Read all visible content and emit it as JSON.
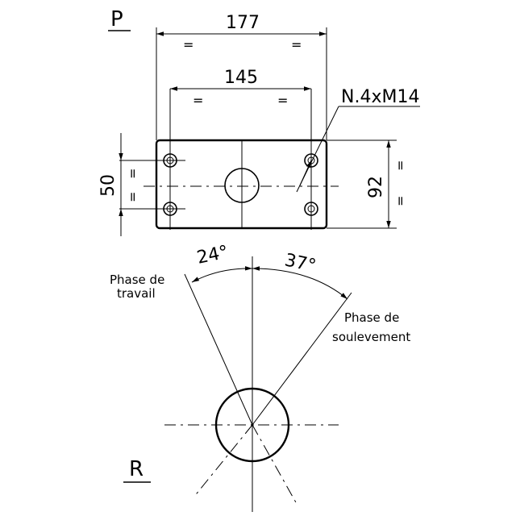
{
  "views": {
    "top_view_label": "P",
    "bottom_view_label": "R"
  },
  "dimensions": {
    "overall_width": "177",
    "hole_spacing_x": "145",
    "hole_spacing_y": "50",
    "overall_height": "92",
    "thread_callout": "N.4xM14",
    "equal_mark": "="
  },
  "angles": {
    "work_phase_angle": "24°",
    "lift_phase_angle": "37°",
    "work_phase_label_line1": "Phase de",
    "work_phase_label_line2": "travail",
    "lift_phase_label_line1": "Phase de",
    "lift_phase_label_line2": "soulevement"
  }
}
